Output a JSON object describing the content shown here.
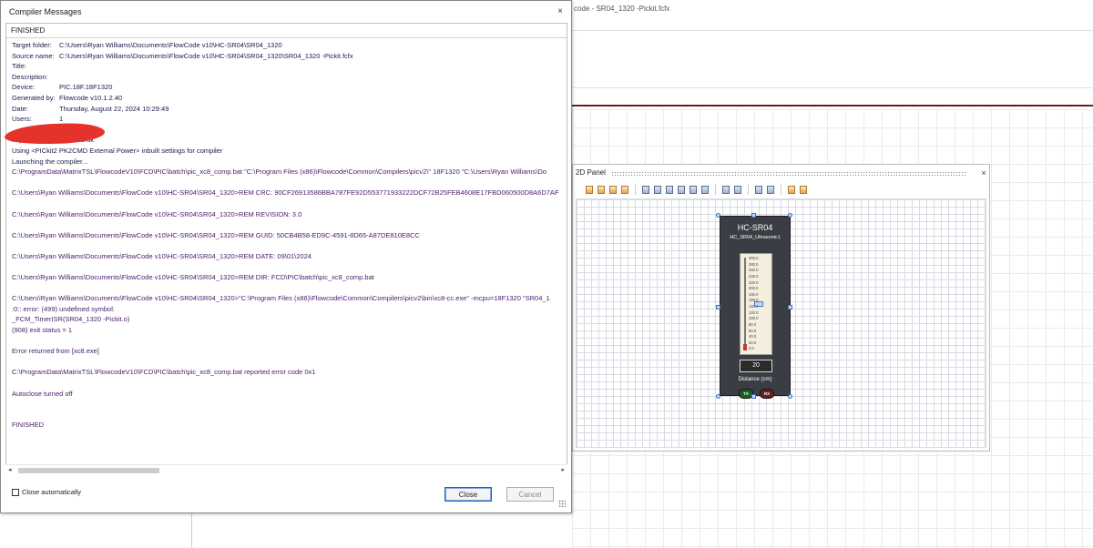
{
  "background_app": {
    "title_fragment": "code - SR04_1320 -Pickit.fcfx"
  },
  "panel2d": {
    "title": "2D Panel",
    "close_label": "×",
    "toolbar_icon_names": [
      "select-icon",
      "move-icon",
      "rotate-icon",
      "scale-icon",
      "align-left-icon",
      "align-center-icon",
      "align-right-icon",
      "align-top-icon",
      "align-middle-icon",
      "align-bottom-icon",
      "distribute-h-icon",
      "distribute-v-icon",
      "grid-icon",
      "snap-icon",
      "group-icon",
      "ungroup-icon"
    ]
  },
  "sensor": {
    "name": "HC-SR04",
    "instance": "HC_SR04_Ultrasonic1",
    "ticks": [
      "300.0",
      "280.0",
      "260.0",
      "240.0",
      "220.0",
      "200.0",
      "180.0",
      "160.0",
      "140.0",
      "120.0",
      "100.0",
      "80.0",
      "60.0",
      "40.0",
      "20.0",
      "0.0"
    ],
    "value": "20",
    "value_fraction": 0.0667,
    "label": "Distance (cm)",
    "tx_label": "TX",
    "rx_label": "RX"
  },
  "dialog": {
    "title": "Compiler Messages",
    "close_label": "×",
    "status_header": "FINISHED",
    "info": [
      {
        "key": "Target folder:",
        "value": "C:\\Users\\Ryan Williams\\Documents\\FlowCode v10\\HC-SR04\\SR04_1320"
      },
      {
        "key": "Source name:",
        "value": "C:\\Users\\Ryan Williams\\Documents\\FlowCode v10\\HC-SR04\\SR04_1320\\SR04_1320 -Pickit.fcfx"
      },
      {
        "key": "Title:",
        "value": ""
      },
      {
        "key": "Description:",
        "value": ""
      },
      {
        "key": "Device:",
        "value": "PIC.18F.18F1320"
      },
      {
        "key": "Generated by:",
        "value": "Flowcode v10.1.2.40"
      },
      {
        "key": "Date:",
        "value": "Thursday, August 22, 2024 10:29:49"
      },
      {
        "key": "Users:",
        "value": "1"
      }
    ],
    "log": [
      "https://www.flowcode.co.uk",
      "Using <PICkit2 PK2CMD External Power> inbuilt settings for compiler",
      "Launching the compiler...",
      "C:\\ProgramData\\MatrixTSL\\FlowcodeV10\\FCD\\PIC\\batch\\pic_xc8_comp.bat  \"C:\\Program Files (x86)\\Flowcode\\Common\\Compilers\\picv2\\\" 18F1320 \"C:\\Users\\Ryan Williams\\Do",
      "",
      "C:\\Users\\Ryan Williams\\Documents\\FlowCode v10\\HC-SR04\\SR04_1320>REM CRC: 90CF26913586BBA787FE92D553771933222DCF72B25FEB4608E17FBD060500D8A6D7AF",
      "",
      "C:\\Users\\Ryan Williams\\Documents\\FlowCode v10\\HC-SR04\\SR04_1320>REM REVISION: 3.0",
      "",
      "C:\\Users\\Ryan Williams\\Documents\\FlowCode v10\\HC-SR04\\SR04_1320>REM GUID: 50CB4B58-ED9C-4591-8D65-A87DE810E8CC",
      "",
      "C:\\Users\\Ryan Williams\\Documents\\FlowCode v10\\HC-SR04\\SR04_1320>REM DATE: 09\\01\\2024",
      "",
      "C:\\Users\\Ryan Williams\\Documents\\FlowCode v10\\HC-SR04\\SR04_1320>REM DIR: FCD\\PIC\\batch\\pic_xc8_comp.bat",
      "",
      "C:\\Users\\Ryan Williams\\Documents\\FlowCode v10\\HC-SR04\\SR04_1320>\"C:\\Program Files (x86)\\Flowcode\\Common\\Compilers\\picv2\\bin\\xc8-cc.exe\" -mcpu=18F1320 \"SR04_1",
      ":0:: error: (499) undefined symbol:",
      "_FCM_TimerISR(SR04_1320 -Pickit.o)",
      "(908) exit status = 1",
      "",
      "Error returned from [xc8.exe]",
      "",
      "C:\\ProgramData\\MatrixTSL\\FlowcodeV10\\FCD\\PIC\\batch\\pic_xc8_comp.bat reported error code 0x1",
      "",
      "Autoclose turned off",
      "",
      "",
      "FINISHED"
    ],
    "close_automatically_label": "Close automatically",
    "close_automatically_checked": false,
    "close_button": "Close",
    "cancel_button": "Cancel",
    "scroll_left": "◂",
    "scroll_right": "▸"
  }
}
